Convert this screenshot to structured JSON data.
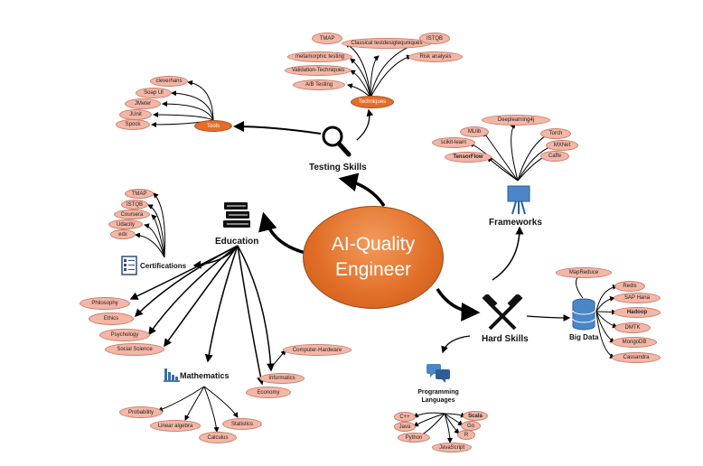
{
  "center": {
    "line1": "AI-Quality",
    "line2": "Engineer"
  },
  "testing_skills": {
    "label": "Testing Skills",
    "techniques": {
      "label": "Techniques",
      "items": [
        "TMAP",
        "Classical testdesigtequniques",
        "ISTQB",
        "metamorphic testing",
        "Risk analysis",
        "Validation-Techniques",
        "A/B Testing"
      ]
    },
    "tools": {
      "label": "Tools",
      "items": [
        "cleverhans",
        "Soap UI",
        "JMeter",
        "JUnit",
        "Spock"
      ]
    }
  },
  "frameworks": {
    "label": "Frameworks",
    "items": [
      "Deeplearning4j",
      "MLlib",
      "Torch",
      "scikit-learn",
      "MXNet",
      "TensorFlow",
      "Caffe"
    ]
  },
  "education": {
    "label": "Education",
    "certifications": {
      "label": "Certifications",
      "items": [
        "TMAP",
        "ISTQB",
        "Coursera",
        "Udacity",
        "edx"
      ]
    },
    "items": [
      "Philosophy",
      "Ethics",
      "Psychology",
      "Social Science",
      "Economy"
    ],
    "informatics": {
      "label": "Informatics",
      "items": [
        "Computer-Hardware"
      ]
    },
    "mathematics": {
      "label": "Mathematics",
      "items": [
        "Probability",
        "Linear algebra",
        "Calculus",
        "Statistics"
      ]
    }
  },
  "hard_skills": {
    "label": "Hard Skills",
    "big_data": {
      "label": "Big Data",
      "items": [
        "MapReduce",
        "Redis",
        "SAP Hana",
        "Hadoop",
        "DMTK",
        "MongoDB",
        "Cassandra"
      ]
    },
    "programming": {
      "label": "Programming Languages",
      "items": [
        "C++",
        "Java",
        "Python",
        "JavaScript",
        "Scala",
        "Go",
        "R"
      ]
    }
  },
  "colors": {
    "accent": "#e06d26",
    "pill": "#f4b6a6",
    "pill_border": "#c9806e"
  }
}
